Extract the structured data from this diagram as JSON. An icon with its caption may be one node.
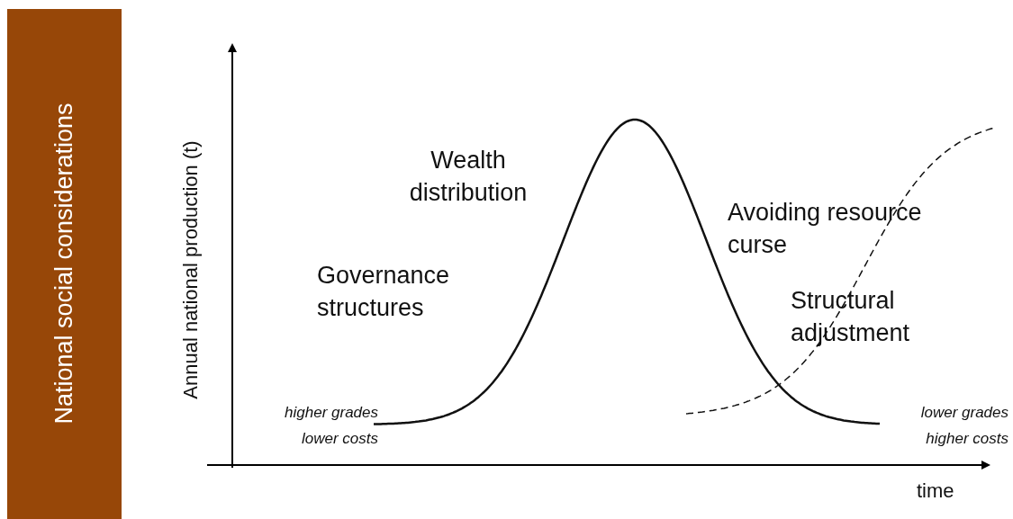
{
  "diagram": {
    "nodes": [
      {
        "text": [
          "National social considerations"
        ]
      }
    ],
    "labels": [
      "Annual national production (t)",
      "Wealth distribution",
      "Governance structures",
      "Avoiding resource curse",
      "Structural adjustment",
      "higher grades lower costs",
      "lower grades higher costs",
      "time"
    ]
  }
}
